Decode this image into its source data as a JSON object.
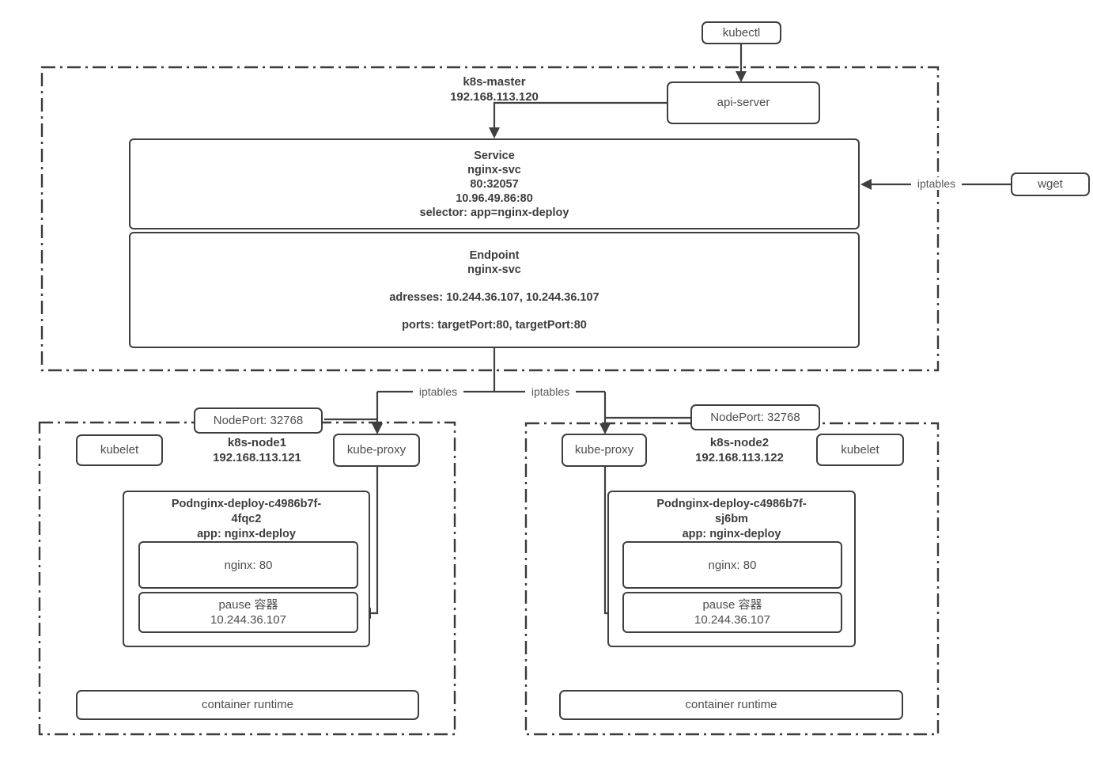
{
  "colors": {
    "stroke": "#3f3f3f",
    "text": "#4d4d4d",
    "bold_text": "#3d3d3d",
    "background": "#ffffff"
  },
  "top": {
    "kubectl_label": "kubectl",
    "api_server_label": "api-server",
    "wget_label": "wget"
  },
  "labels": {
    "iptables_wget": "iptables",
    "iptables_left": "iptables",
    "iptables_right": "iptables"
  },
  "master": {
    "name": "k8s-master",
    "ip": "192.168.113.120",
    "service": {
      "title": "Service",
      "name": "nginx-svc",
      "node_port_map": "80:32057",
      "cluster_ip": "10.96.49.86:80",
      "selector": "selector: app=nginx-deploy"
    },
    "endpoint": {
      "title": "Endpoint",
      "name": "nginx-svc",
      "addresses": "adresses: 10.244.36.107, 10.244.36.107",
      "ports": "ports: targetPort:80, targetPort:80"
    }
  },
  "node1": {
    "name": "k8s-node1",
    "ip": "192.168.113.121",
    "nodeport_label": "NodePort: 32768",
    "kubelet_label": "kubelet",
    "kube_proxy_label": "kube-proxy",
    "pod": {
      "title_line1": "Podnginx-deploy-c4986b7f-",
      "title_line2": "4fqc2",
      "title_line3": "app: nginx-deploy",
      "nginx_label": "nginx: 80",
      "pause_line1": "pause 容器",
      "pause_line2": "10.244.36.107"
    },
    "runtime_label": "container runtime"
  },
  "node2": {
    "name": "k8s-node2",
    "ip": "192.168.113.122",
    "nodeport_label": "NodePort: 32768",
    "kubelet_label": "kubelet",
    "kube_proxy_label": "kube-proxy",
    "pod": {
      "title_line1": "Podnginx-deploy-c4986b7f-",
      "title_line2": "sj6bm",
      "title_line3": "app: nginx-deploy",
      "nginx_label": "nginx: 80",
      "pause_line1": "pause 容器",
      "pause_line2": "10.244.36.107"
    },
    "runtime_label": "container runtime"
  }
}
